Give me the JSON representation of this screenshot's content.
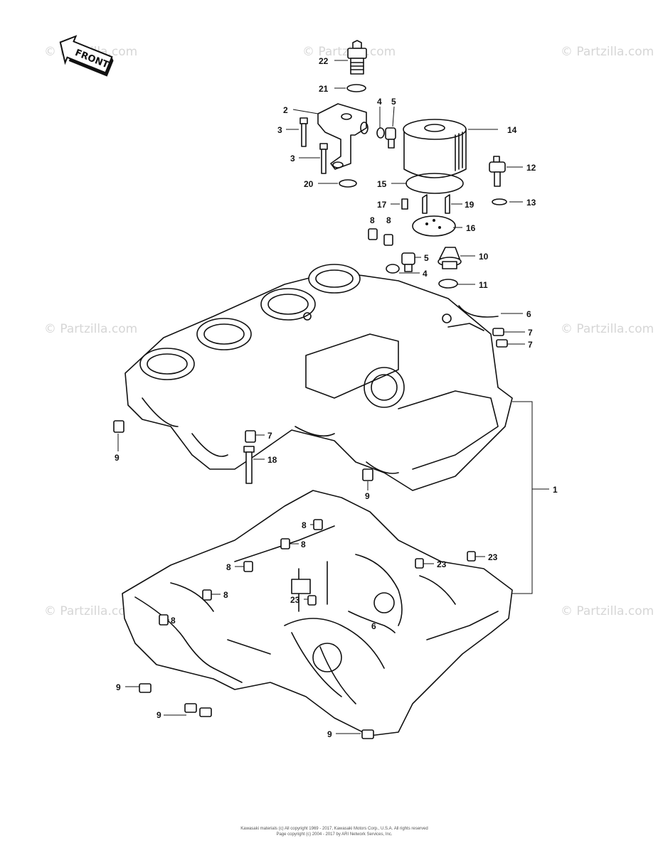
{
  "watermark": "© Partzilla.com",
  "front_label": "FRONT",
  "copyright_line_1": "Kawasaki materials (c) All copyright 1969 - 2017, Kawasaki Motors Corp., U.S.A. All rights reserved",
  "copyright_line_2": "Page copyright (c) 2004 - 2017 by ARI Network Services, Inc.",
  "callouts": {
    "c22": "22",
    "c21": "21",
    "c2": "2",
    "c3a": "3",
    "c3b": "3",
    "c4a": "4",
    "c5a": "5",
    "c14": "14",
    "c12": "12",
    "c13": "13",
    "c20": "20",
    "c15": "15",
    "c17": "17",
    "c19": "19",
    "c8a": "8",
    "c8b": "8",
    "c16": "16",
    "c5b": "5",
    "c10": "10",
    "c4b": "4",
    "c11": "11",
    "c6a": "6",
    "c7a": "7",
    "c7b": "7",
    "c9a": "9",
    "c7c": "7",
    "c18": "18",
    "c9b": "9",
    "c1": "1",
    "c8c": "8",
    "c8d": "8",
    "c8e": "8",
    "c23a": "23",
    "c23b": "23",
    "c8f": "8",
    "c23c": "23",
    "c8g": "8",
    "c6b": "6",
    "c9c": "9",
    "c9d": "9",
    "c9e": "9"
  }
}
